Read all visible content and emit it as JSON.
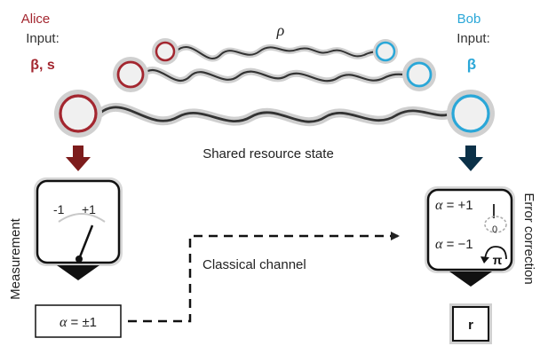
{
  "alice": {
    "name": "Alice",
    "input_label": "Input:",
    "input_value": "β, s",
    "color": "#a3262f"
  },
  "bob": {
    "name": "Bob",
    "input_label": "Input:",
    "input_value": "β",
    "color": "#2aa7d8"
  },
  "rho_label": "ρ",
  "shared_label": "Shared resource state",
  "measurement": {
    "side_label": "Measurement",
    "dial_left": "-1",
    "dial_right": "+1"
  },
  "output_box": {
    "alpha": "α",
    "value": " = ±1"
  },
  "channel_label": "Classical channel",
  "error_correction": {
    "side_label": "Error correction",
    "row1_alpha": "α",
    "row1_value": " = +1",
    "row1_angle": "0",
    "row2_alpha": "α",
    "row2_value": " = −1",
    "row2_angle": "π"
  },
  "result_box": "r"
}
